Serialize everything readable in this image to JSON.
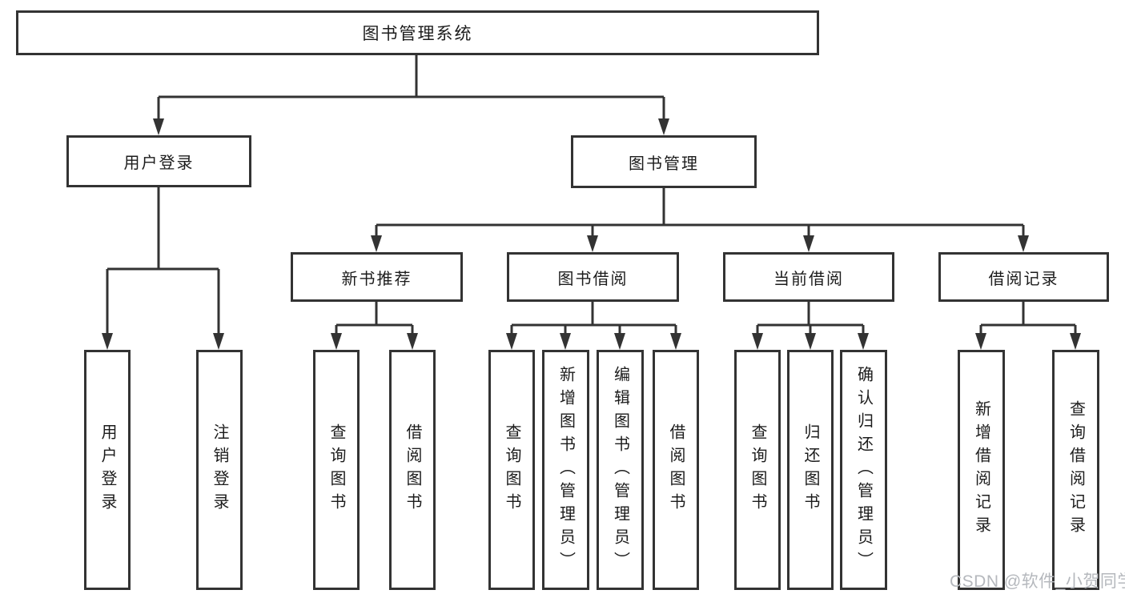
{
  "diagram_type": "hierarchy-tree",
  "tree": {
    "root": {
      "label": "图书管理系统",
      "children": [
        {
          "label": "用户登录",
          "children": [
            {
              "label": "用户登录"
            },
            {
              "label": "注销登录"
            }
          ]
        },
        {
          "label": "图书管理",
          "children": [
            {
              "label": "新书推荐",
              "children": [
                {
                  "label": "查询图书"
                },
                {
                  "label": "借阅图书"
                }
              ]
            },
            {
              "label": "图书借阅",
              "children": [
                {
                  "label": "查询图书"
                },
                {
                  "label": "新增图书（管理员）"
                },
                {
                  "label": "编辑图书（管理员）"
                },
                {
                  "label": "借阅图书"
                }
              ]
            },
            {
              "label": "当前借阅",
              "children": [
                {
                  "label": "查询图书"
                },
                {
                  "label": "归还图书"
                },
                {
                  "label": "确认归还（管理员）"
                }
              ]
            },
            {
              "label": "借阅记录",
              "children": [
                {
                  "label": "新增借阅记录"
                },
                {
                  "label": "查询借阅记录"
                }
              ]
            }
          ]
        }
      ]
    }
  },
  "watermark": "CSDN @软件_小贺同学",
  "colors": {
    "line": "#333333",
    "box_border": "#333333",
    "text": "#1c1c1c",
    "background": "#ffffff",
    "watermark": "#b5b8bd"
  }
}
